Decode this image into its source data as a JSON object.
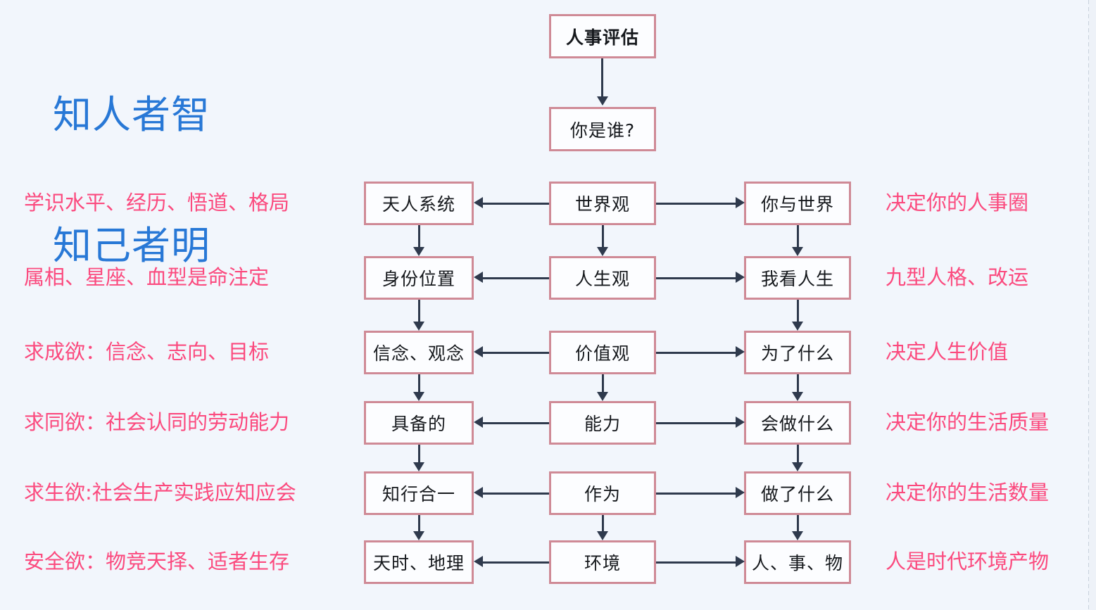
{
  "title": {
    "line1": "知人者智",
    "line2": "知己者明",
    "color": "#2878d6"
  },
  "colors": {
    "background": "#f2f6fc",
    "box_border": "#cf8a96",
    "box_fill": "#fcfdff",
    "connector": "#2f3a4d",
    "caption_text": "#fb4a7e",
    "title_text": "#2878d6",
    "box_text": "#15181c"
  },
  "header": {
    "root": "人事评估",
    "question": "你是谁?"
  },
  "rows": [
    {
      "left_caption": "学识水平、经历、悟道、格局",
      "left_box": "天人系统",
      "center_box": "世界观",
      "right_box": "你与世界",
      "right_caption": "决定你的人事圈"
    },
    {
      "left_caption": "属相、星座、血型是命注定",
      "left_box": "身份位置",
      "center_box": "人生观",
      "right_box": "我看人生",
      "right_caption": "九型人格、改运"
    },
    {
      "left_caption": "求成欲：信念、志向、目标",
      "left_box": "信念、观念",
      "center_box": "价值观",
      "right_box": "为了什么",
      "right_caption": "决定人生价值"
    },
    {
      "left_caption": "求同欲：社会认同的劳动能力",
      "left_box": "具备的",
      "center_box": "能力",
      "right_box": "会做什么",
      "right_caption": "决定你的生活质量"
    },
    {
      "left_caption": "求生欲:社会生产实践应知应会",
      "left_box": "知行合一",
      "center_box": "作为",
      "right_box": "做了什么",
      "right_caption": "决定你的生活数量"
    },
    {
      "left_caption": "安全欲：物竞天择、适者生存",
      "left_box": "天时、地理",
      "center_box": "环境",
      "right_box": "人、事、物",
      "right_caption": "人是时代环境产物"
    }
  ]
}
